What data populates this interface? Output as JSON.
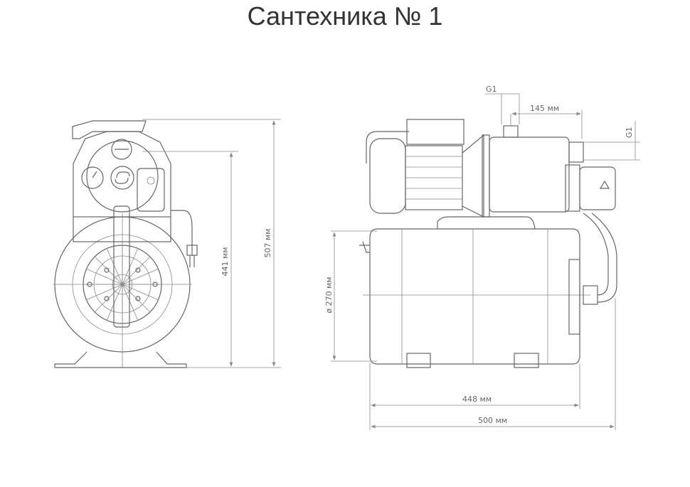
{
  "title": "Сантехника № 1",
  "front_view": {
    "height_pump": "441 мм",
    "height_total": "507 мм"
  },
  "side_view": {
    "inlet_thread_top": "G1",
    "outlet_distance": "145 мм",
    "outlet_thread_side": "G1",
    "tank_diameter": "ø 270 мм",
    "feet_spacing": "448 мм",
    "total_length": "500 мм"
  }
}
